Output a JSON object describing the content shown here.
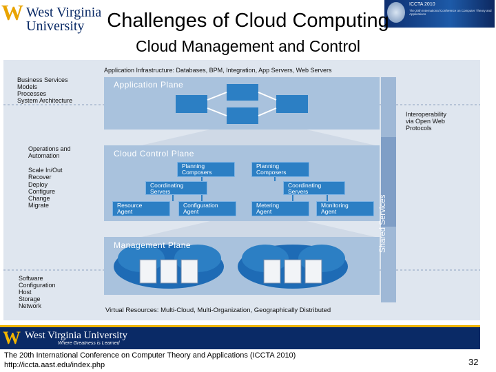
{
  "header": {
    "logo_text": "West Virginia University",
    "conference_banner_title": "ICCTA 2010",
    "conference_banner_text": "The 20th International Conference on Computer Theory and Applications",
    "title": "Challenges of Cloud Computing",
    "subtitle": "Cloud Management and Control"
  },
  "diagram": {
    "app_infra_label": "Application Infrastructure: Databases, BPM, Integration, App Servers, Web Servers",
    "left_top_labels": [
      "Business Services",
      "Models",
      "Processes",
      "System Architecture"
    ],
    "left_mid_heading": [
      "Operations and",
      "Automation"
    ],
    "left_mid_labels": [
      "Scale In/Out",
      "Recover",
      "Deploy",
      "Configure",
      "Change",
      "Migrate"
    ],
    "left_bottom_labels": [
      "Software",
      "Configuration",
      "Host",
      "Storage",
      "Network"
    ],
    "right_labels": [
      "Interoperability",
      "via Open Web",
      "Protocols"
    ],
    "planes": {
      "application": "Application Plane",
      "cloud_control": "Cloud Control Plane",
      "management": "Management Plane"
    },
    "shared_services": "Shared Services",
    "boxes": {
      "planning1": [
        "Planning",
        "Composers"
      ],
      "planning2": [
        "Planning",
        "Composers"
      ],
      "coord1": [
        "Coordinating",
        "Servers"
      ],
      "coord2": [
        "Coordinating",
        "Servers"
      ],
      "resource": [
        "Resource",
        "Agent"
      ],
      "configuration": [
        "Configuration",
        "Agent"
      ],
      "metering": [
        "Metering",
        "Agent"
      ],
      "monitoring": [
        "Monitoring",
        "Agent"
      ]
    },
    "virtual_resources_label": "Virtual Resources: Multi-Cloud, Multi-Organization, Geographically Distributed"
  },
  "footer": {
    "logo_text": "West Virginia University",
    "tagline": "Where Greatness is Learned",
    "line1": "The 20th International Conference on Computer Theory and Applications (ICCTA 2010)",
    "line2": "http://iccta.aast.edu/index.php",
    "page_number": "32"
  },
  "colors": {
    "navy": "#0a2a66",
    "gold": "#f0b400",
    "plane_blue": "#2c7fc4",
    "plane_light": "#a9c2dd"
  }
}
